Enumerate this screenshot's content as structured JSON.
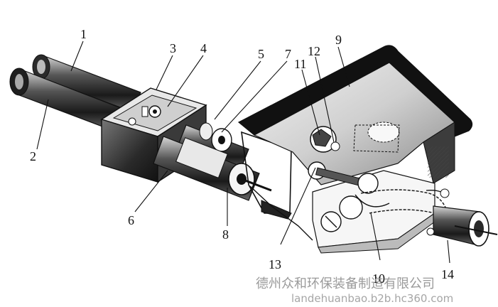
{
  "labels": {
    "l1": "1",
    "l2": "2",
    "l3": "3",
    "l4": "4",
    "l5": "5",
    "l6": "6",
    "l7": "7",
    "l8": "8",
    "l9": "9",
    "l10": "10",
    "l11": "11",
    "l12": "12",
    "l13": "13",
    "l14": "14"
  },
  "watermark": {
    "company": "德州众和环保装备制造有限公司",
    "url": "landehuanbao.b2b.hc360.com"
  },
  "colors": {
    "ink": "#111111",
    "paper": "#ffffff",
    "watermark": "#9a9a9a"
  }
}
